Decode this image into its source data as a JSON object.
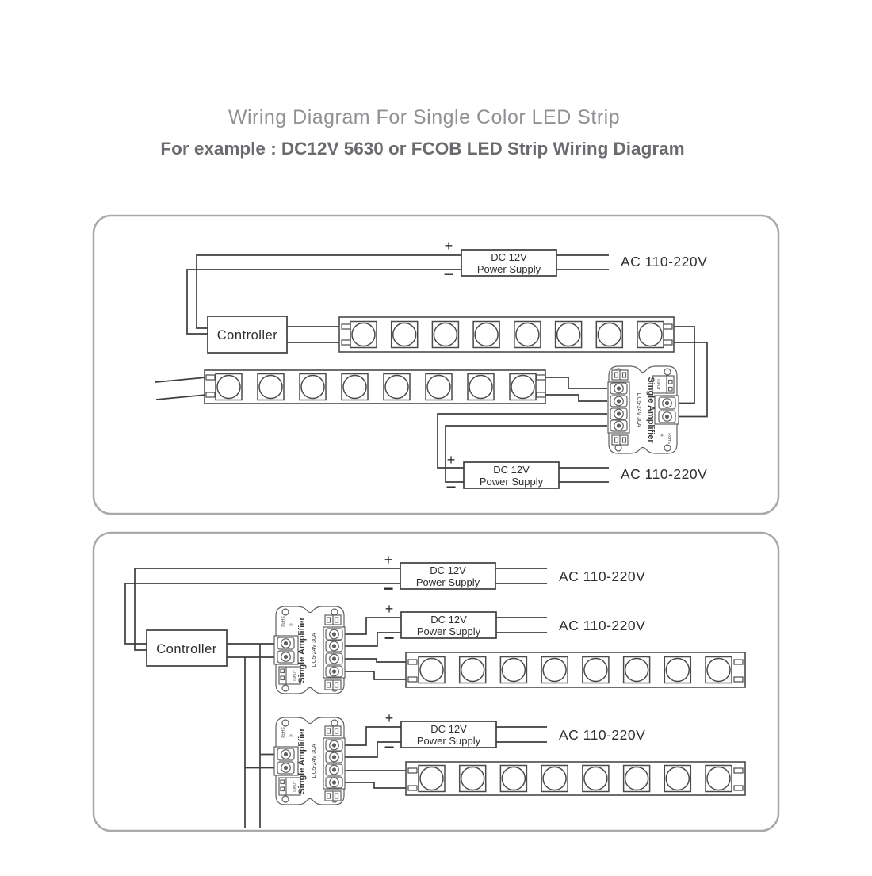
{
  "header": {
    "title": "Wiring Diagram For Single Color LED Strip",
    "subtitle": "For example : DC12V  5630 or FCOB LED Strip Wiring Diagram"
  },
  "labels": {
    "controller": "Controller",
    "psu_line1": "DC 12V",
    "psu_line2": "Power Supply",
    "ac_voltage": "AC 110-220V",
    "plus": "+",
    "minus": "−",
    "amp_name": "Single Amplifier",
    "amp_spec": "DC5-24V 30A",
    "amp_input_label": "INPUT",
    "amp_rohs_label": "RoHS",
    "amp_arrow_marks": "»"
  },
  "colors": {
    "background": "#ffffff",
    "panel_border": "#a9a9a9",
    "wire": "#3e3e3e",
    "title_text": "#8f9194",
    "subtitle_text": "#696b6e",
    "label_text": "#2e2e2e"
  },
  "structure": {
    "panels": 2,
    "power_supplies": 5,
    "controllers": 2,
    "amplifiers": 3,
    "led_strips": 4,
    "leds_per_strip": 8
  }
}
